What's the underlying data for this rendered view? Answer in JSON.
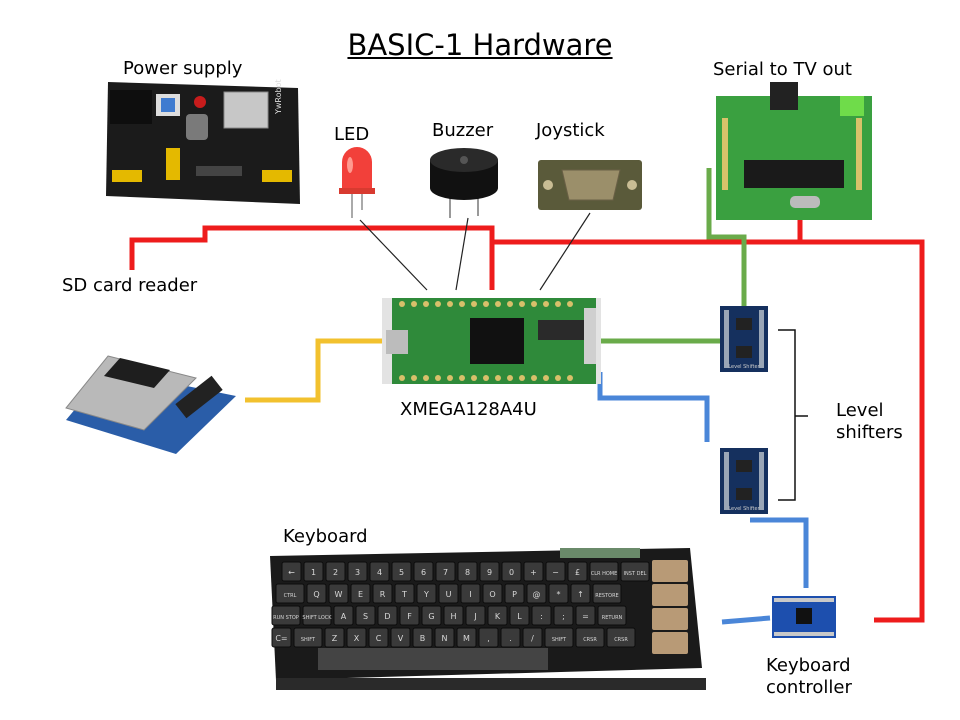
{
  "title": "BASIC-1 Hardware",
  "labels": {
    "power_supply": "Power supply",
    "led": "LED",
    "buzzer": "Buzzer",
    "joystick": "Joystick",
    "serial_tv": "Serial to TV out",
    "sd_card": "SD card reader",
    "mcu": "XMEGA128A4U",
    "level_shifters": [
      "Level",
      "shifters"
    ],
    "keyboard": "Keyboard",
    "keyboard_controller": [
      "Keyboard",
      "controller"
    ]
  },
  "component_text": {
    "power_brand": "YwRobot",
    "level_shifter_chip": "Level Shifter",
    "keyboard_keys_row1": [
      "←",
      "1",
      "2",
      "3",
      "4",
      "5",
      "6",
      "7",
      "8",
      "9",
      "0",
      "+",
      "−",
      "£",
      "CLR HOME",
      "INST DEL"
    ],
    "keyboard_keys_row2": [
      "CTRL",
      "Q",
      "W",
      "E",
      "R",
      "T",
      "Y",
      "U",
      "I",
      "O",
      "P",
      "@",
      "*",
      "↑",
      "RESTORE"
    ],
    "keyboard_keys_row3": [
      "RUN STOP",
      "SHIFT LOCK",
      "A",
      "S",
      "D",
      "F",
      "G",
      "H",
      "J",
      "K",
      "L",
      ":",
      ";",
      "=",
      "RETURN"
    ],
    "keyboard_keys_row4": [
      "C=",
      "SHIFT",
      "Z",
      "X",
      "C",
      "V",
      "B",
      "N",
      "M",
      ",",
      ".",
      "/",
      "SHIFT",
      "CRSR",
      "CRSR"
    ]
  },
  "colors": {
    "power_wire": "#ee1c1c",
    "sd_wire": "#f2c12e",
    "serial_wire": "#6aab4a",
    "keyboard_wire": "#4a86d8",
    "pcb_green": "#2f8a3a",
    "shield_green": "#3aa040"
  },
  "icons": [
    "power-supply-board",
    "led-component",
    "buzzer-component",
    "joystick-db9-connector",
    "serial-tv-shield",
    "sd-card-module",
    "xmega-board",
    "level-shifter-board",
    "keyboard",
    "keyboard-controller-board"
  ]
}
